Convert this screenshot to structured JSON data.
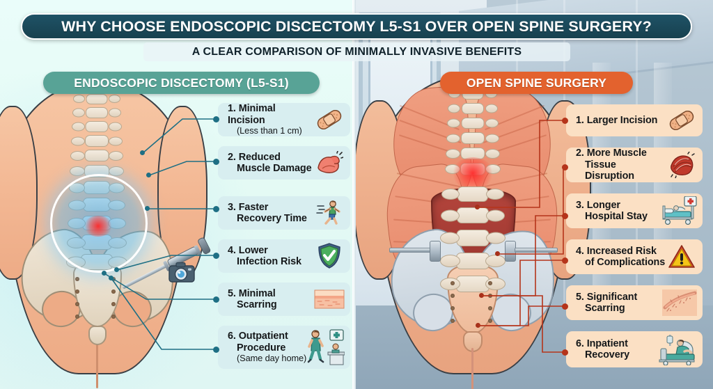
{
  "header": {
    "title": "WHY CHOOSE ENDOSCOPIC DISCECTOMY L5-S1 OVER OPEN SPINE SURGERY?",
    "subtitle": "A CLEAR COMPARISON OF MINIMALLY INVASIVE BENEFITS",
    "title_bg": "#1b4857",
    "subtitle_bg": "#e9f3f6"
  },
  "left_section": {
    "badge_label": "ENDOSCOPIC DISCECTOMY (L5-S1)",
    "badge_color": "#58a396",
    "panel_bg": "#e7fbf7",
    "card_bg": "#d8eef0",
    "accent": "#1e6f84",
    "illustration": {
      "name": "lower-back-anatomy-endoscopic",
      "description": "Back view of torso with spine, pelvis, blue glowing highlight at L5-S1 and endoscope probe",
      "highlight_color": "#3aaaf5",
      "hotspot_color": "#ff3a2e",
      "instruments": [
        "endoscope-probe",
        "camera-icon"
      ]
    },
    "items": [
      {
        "number": "1.",
        "title": "Minimal Incision",
        "subtitle": "(Less than 1 cm)",
        "icon": "bandage-icon"
      },
      {
        "number": "2.",
        "title": "Reduced",
        "title2": "Muscle Damage",
        "subtitle": "",
        "icon": "flexed-biceps-icon"
      },
      {
        "number": "3.",
        "title": "Faster",
        "title2": "Recovery Time",
        "subtitle": "",
        "icon": "running-person-icon"
      },
      {
        "number": "4.",
        "title": "Lower",
        "title2": "Infection Risk",
        "subtitle": "",
        "icon": "shield-check-icon"
      },
      {
        "number": "5.",
        "title": "Minimal",
        "title2": "Scarring",
        "subtitle": "",
        "icon": "skin-layers-icon"
      },
      {
        "number": "6.",
        "title": "Outpatient",
        "title2": "Procedure",
        "subtitle": "(Same day home)",
        "icon": "walking-patient-reception-icon"
      }
    ]
  },
  "right_section": {
    "badge_label": "OPEN SPINE SURGERY",
    "badge_color": "#e3622e",
    "panel_bg": "#b7c7d2",
    "card_bg": "#fbe0c4",
    "accent": "#b5341a",
    "illustration": {
      "name": "lower-back-anatomy-open-surgery",
      "description": "Back view of torso with exposed muscles, large open surgical incision held by retractors, exposed lumbar spine and pelvis in hospital room",
      "incision_color": "#a23a33",
      "instruments": [
        "surgical-retractor-left",
        "surgical-retractor-right"
      ]
    },
    "items": [
      {
        "number": "1.",
        "title": "Larger Incision",
        "title2": "",
        "subtitle": "",
        "icon": "bandage-icon"
      },
      {
        "number": "2.",
        "title": "More Muscle",
        "title2": "Tissue Disruption",
        "subtitle": "",
        "icon": "torn-muscle-icon"
      },
      {
        "number": "3.",
        "title": "Longer",
        "title2": "Hospital Stay",
        "subtitle": "",
        "icon": "hospital-bed-icon"
      },
      {
        "number": "4.",
        "title": "Increased Risk",
        "title2": "of Complications",
        "subtitle": "",
        "icon": "warning-triangle-icon"
      },
      {
        "number": "5.",
        "title": "Significant",
        "title2": "Scarring",
        "subtitle": "",
        "icon": "scar-icon"
      },
      {
        "number": "6.",
        "title": "Inpatient",
        "title2": "Recovery",
        "subtitle": "",
        "icon": "patient-in-bed-icon"
      }
    ]
  }
}
